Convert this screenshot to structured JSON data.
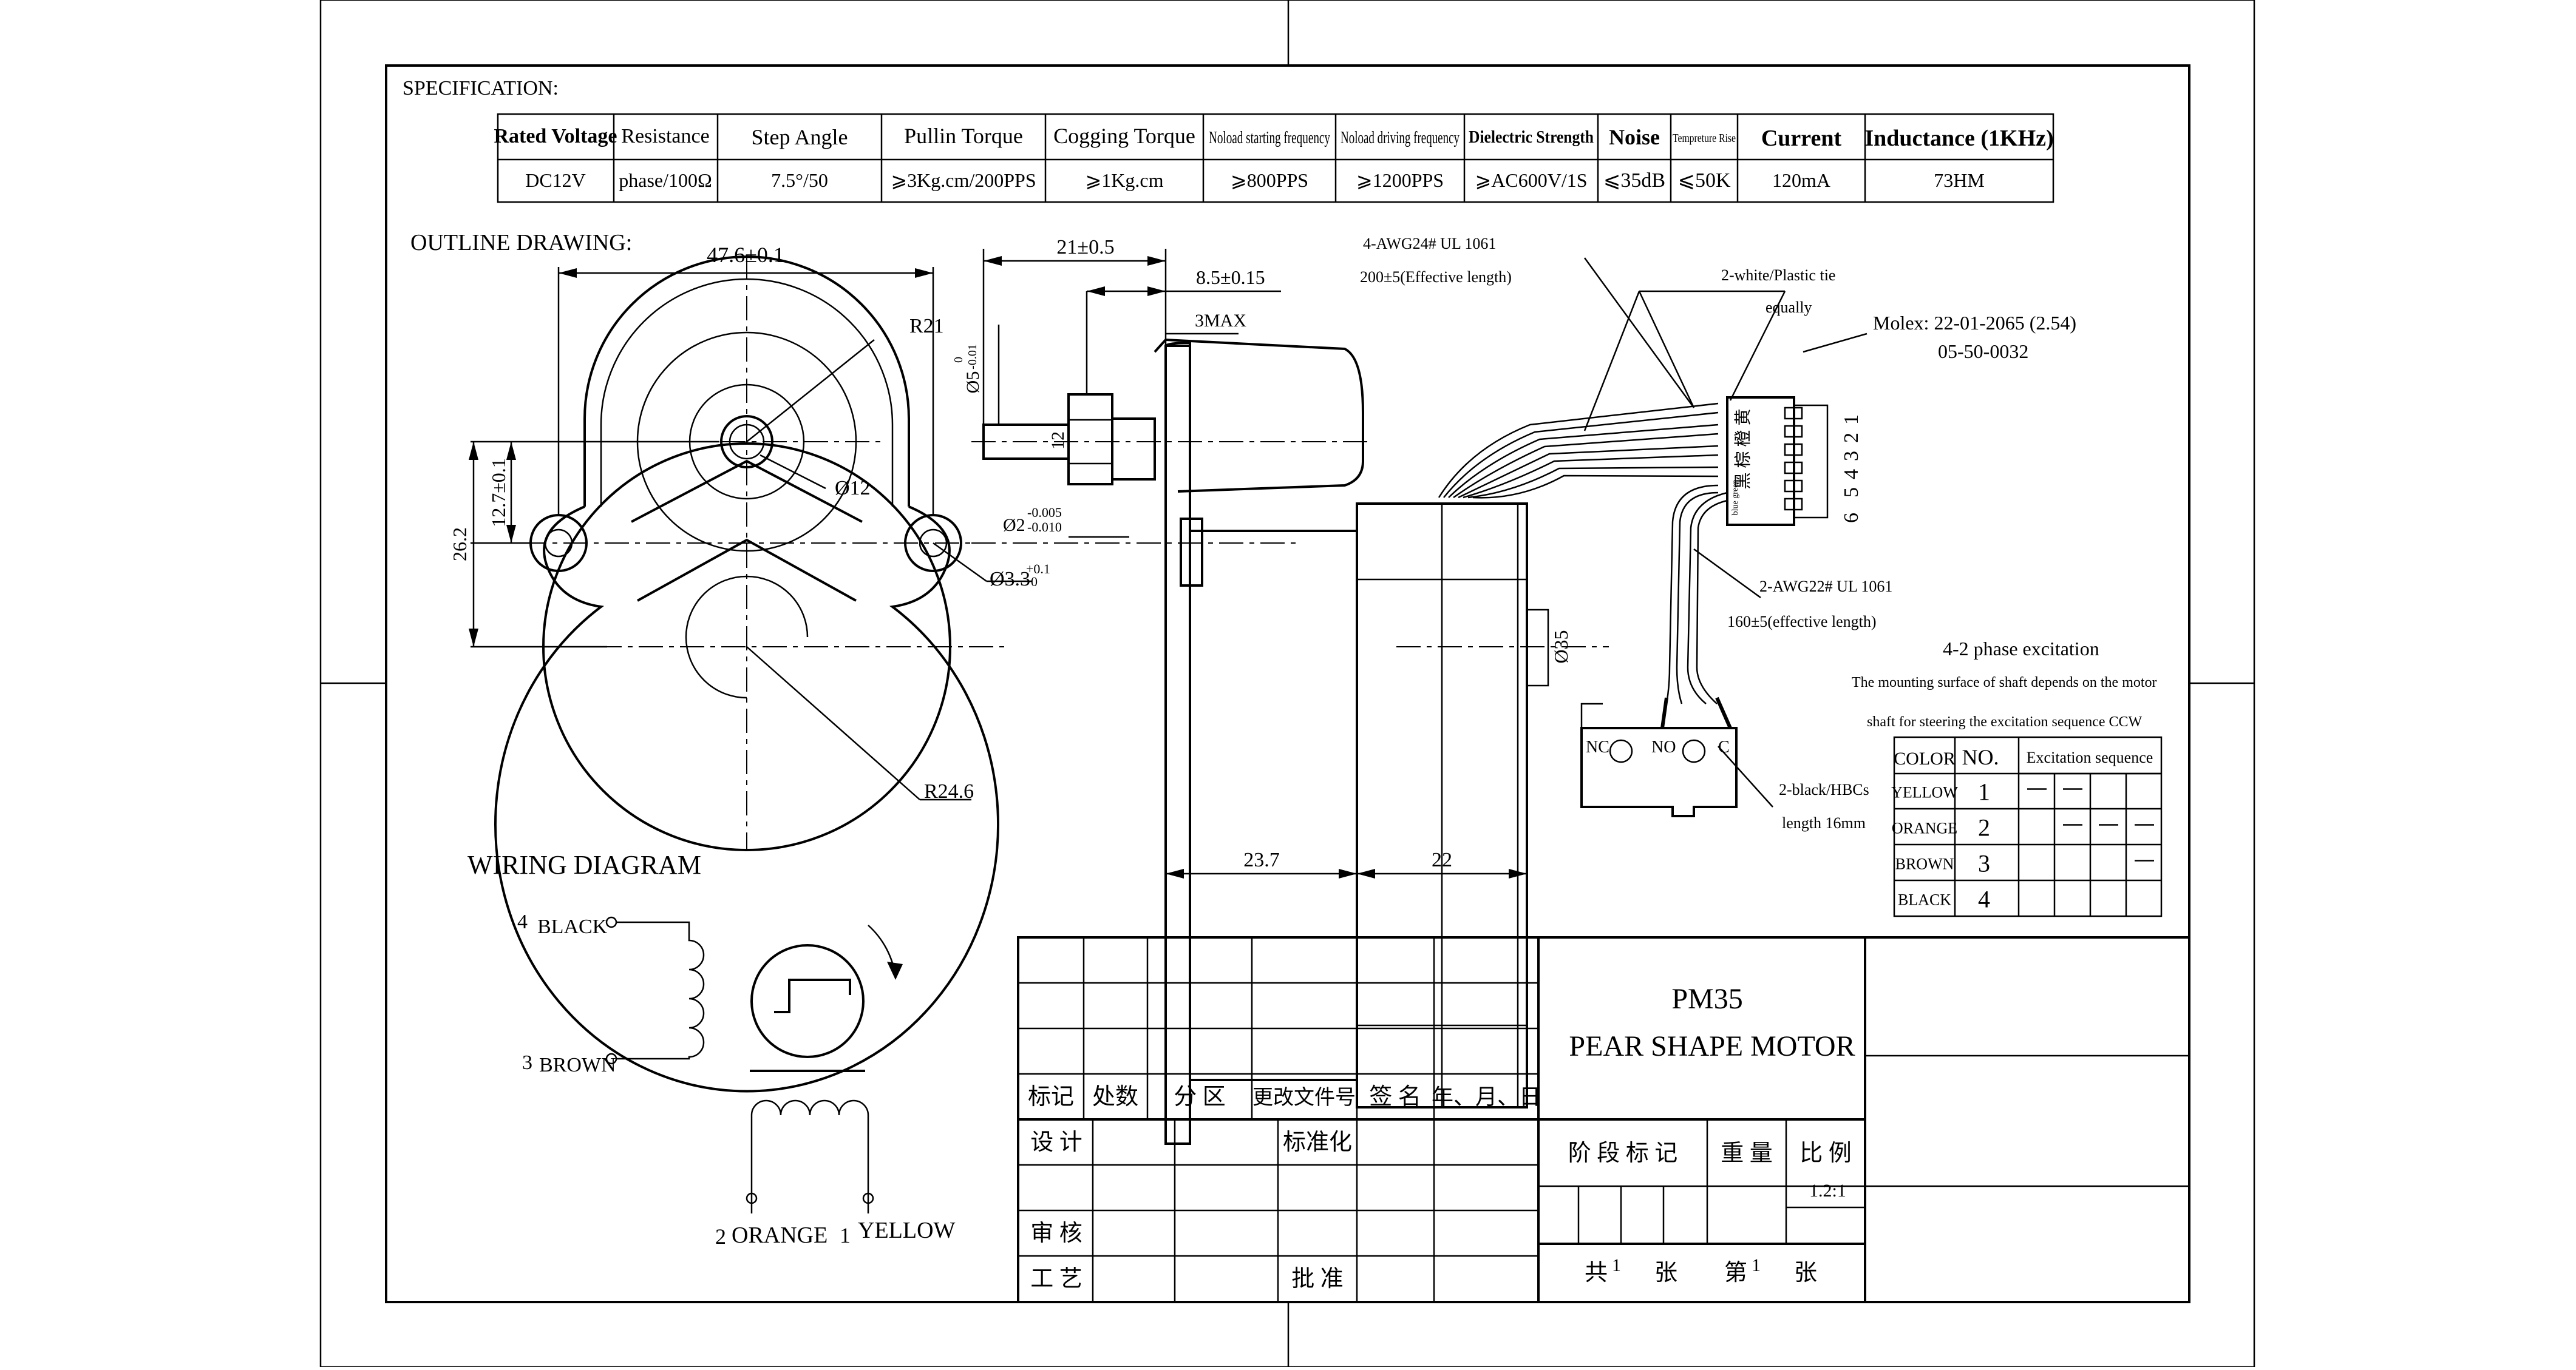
{
  "spec": {
    "title": "SPECIFICATION:",
    "headers": [
      "Rated Voltage",
      "Resistance",
      "Step Angle",
      "Pullin Torque",
      "Cogging Torque",
      "Noload starting frequency",
      "Noload driving frequency",
      "Dielectric Strength",
      "Noise",
      "Tempreture Rise",
      "Current",
      "Inductance (1KHz)"
    ],
    "values": [
      "DC12V",
      "phase/100Ω",
      "7.5°/50",
      "⩾3Kg.cm/200PPS",
      "⩾1Kg.cm",
      "⩾800PPS",
      "⩾1200PPS",
      "⩾AC600V/1S",
      "⩽35dB",
      "⩽50K",
      "120mA",
      "73HM"
    ]
  },
  "outline": {
    "title": "OUTLINE DRAWING:",
    "front": {
      "width": "47.6±0.1",
      "r21": "R21",
      "d12": "Ø12",
      "h127": "12.7±0.1",
      "h262": "26.2",
      "hole": "Ø3.3",
      "hole_tol": "+0.1",
      "hole_tol_lo": "0",
      "r246": "R24.6"
    },
    "side": {
      "d21": "21±0.5",
      "d85": "8.5±0.15",
      "d3max": "3MAX",
      "shaft_d": "Ø5",
      "shaft_tol_hi": "0",
      "shaft_tol_lo": "-0.01",
      "d12": "12",
      "d2": "Ø2",
      "d2_tol_hi": "-0.005",
      "d2_tol_lo": "-0.010",
      "d237": "23.7",
      "d22": "22",
      "d35": "Ø35"
    },
    "wires": {
      "awg24": "4-AWG24# UL 1061",
      "len200": "200±5(Effective length)",
      "tie": "2-white/Plastic tie",
      "tie2": "equally",
      "molex1": "Molex: 22-01-2065 (2.54)",
      "molex2": "05-50-0032",
      "pins": [
        "6",
        "5",
        "4",
        "3",
        "2",
        "1"
      ],
      "conn_label": "黑 棕 橙 黄",
      "conn_small": "blue green",
      "awg22": "2-AWG22# UL 1061",
      "len160": "160±5(effective length)",
      "sw_nc": "NC",
      "sw_no": "NO",
      "sw_c": "C",
      "hbcs": "2-black/HBCs",
      "hbcs_len": "length 16mm"
    }
  },
  "excitation": {
    "title": "4-2 phase excitation",
    "note1": "The mounting surface of shaft depends on the motor",
    "note2": "shaft for steering the excitation sequence CCW",
    "headers": [
      "COLOR",
      "NO.",
      "Excitation sequence"
    ],
    "rows": [
      {
        "color": "YELLOW",
        "no": "1",
        "marks": [
          1,
          1,
          0,
          0
        ]
      },
      {
        "color": "ORANGE",
        "no": "2",
        "marks": [
          0,
          1,
          1,
          1
        ]
      },
      {
        "color": "BROWN",
        "no": "3",
        "marks": [
          0,
          0,
          0,
          1
        ]
      },
      {
        "color": "BLACK",
        "no": "4",
        "marks": [
          0,
          0,
          0,
          0
        ]
      }
    ]
  },
  "wiring": {
    "title": "WIRING DIAGRAM",
    "w4": "4",
    "black": "BLACK",
    "w3": "3",
    "brown": "BROWN",
    "w2": "2",
    "orange": "ORANGE",
    "w1": "1",
    "yellow": "YELLOW"
  },
  "titleblock": {
    "rev_headers": [
      "标记",
      "处数",
      "分 区",
      "更改文件号",
      "签 名",
      "年、月、日"
    ],
    "design": "设 计",
    "standard": "标准化",
    "review": "审 核",
    "process": "工 艺",
    "approve": "批 准",
    "name1": "PM35",
    "name2": "PEAR SHAPE MOTOR",
    "stage_headers": [
      "阶 段 标 记",
      "重 量",
      "比 例"
    ],
    "scale": "1.2:1",
    "sheet_total_label": "共",
    "sheet_total": "1",
    "sheet_unit": "张",
    "sheet_no_label": "第",
    "sheet_no": "1",
    "sheet_unit2": "张"
  }
}
